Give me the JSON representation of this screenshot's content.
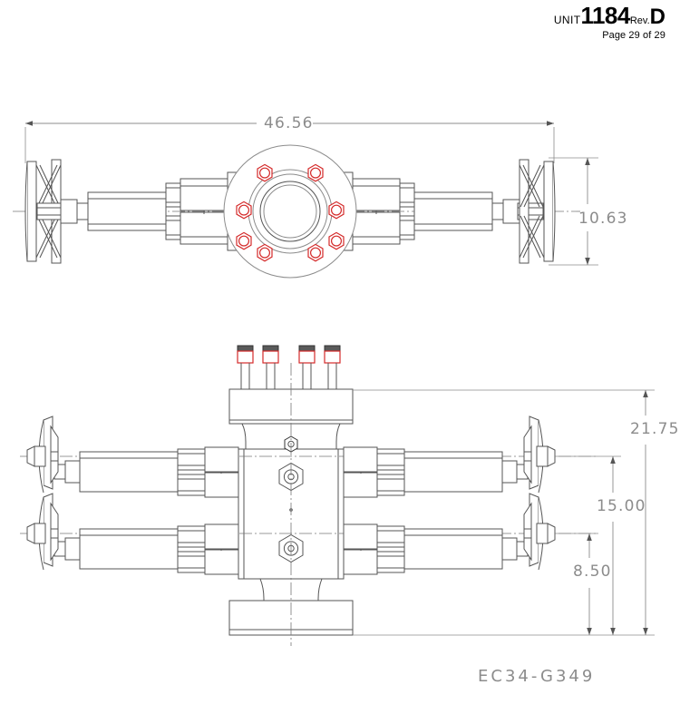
{
  "title_block": {
    "unit_label": "UNIT",
    "unit_number": "1184",
    "rev_label": "Rev.",
    "rev_value": "D",
    "page_text": "Page 29 of 29"
  },
  "drawing": {
    "number": "EC34-G349",
    "views": [
      {
        "name": "top-view",
        "description": "plan view of double-block valve assembly with 8-bolt flange"
      },
      {
        "name": "front-view",
        "description": "front elevation of double-block valve assembly with four handwheels"
      }
    ]
  },
  "dimensions": {
    "overall_length": "46.56",
    "top_view_height": "10.63",
    "overall_height": "21.75",
    "upper_centerline_height": "15.00",
    "lower_centerline_height": "8.50"
  },
  "colors": {
    "line": "#555555",
    "line_light": "#8c8c8c",
    "bolt_red": "#d42a2a",
    "dim_text": "#8c8c8c",
    "background": "#ffffff"
  }
}
